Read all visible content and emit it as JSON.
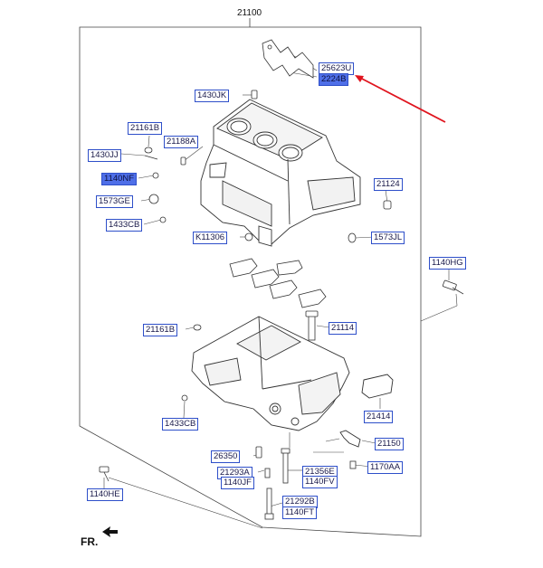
{
  "diagram": {
    "assembly_label": "21100",
    "orientation_label": "FR.",
    "part_labels": [
      {
        "id": "p25623u",
        "text": "25623U"
      },
      {
        "id": "p2224b",
        "text": "2224B"
      },
      {
        "id": "p1430jk",
        "text": "1430JK"
      },
      {
        "id": "p21161b_top",
        "text": "21161B"
      },
      {
        "id": "p21188a",
        "text": "21188A"
      },
      {
        "id": "p1430jj",
        "text": "1430JJ"
      },
      {
        "id": "p1140nf",
        "text": "1140NF"
      },
      {
        "id": "p1573ge",
        "text": "1573GE"
      },
      {
        "id": "p1433cb_top",
        "text": "1433CB"
      },
      {
        "id": "p21124",
        "text": "21124"
      },
      {
        "id": "pk11306",
        "text": "K11306"
      },
      {
        "id": "p1573jl",
        "text": "1573JL"
      },
      {
        "id": "p1140hg",
        "text": "1140HG"
      },
      {
        "id": "p21161b_low",
        "text": "21161B"
      },
      {
        "id": "p21114",
        "text": "21114"
      },
      {
        "id": "p1433cb_low",
        "text": "1433CB"
      },
      {
        "id": "p21414",
        "text": "21414"
      },
      {
        "id": "p21150",
        "text": "21150"
      },
      {
        "id": "p26350",
        "text": "26350"
      },
      {
        "id": "p1170aa",
        "text": "1170AA"
      },
      {
        "id": "p21293a",
        "text": "21293A"
      },
      {
        "id": "p1140jf",
        "text": "1140JF"
      },
      {
        "id": "p21356e",
        "text": "21356E"
      },
      {
        "id": "p1140fv",
        "text": "1140FV"
      },
      {
        "id": "p1140he",
        "text": "1140HE"
      },
      {
        "id": "p21292b",
        "text": "21292B"
      },
      {
        "id": "p1140ft",
        "text": "1140FT"
      }
    ],
    "colors": {
      "label_border": "#2e4fc9",
      "highlight_fill": "#4f6fe8",
      "arrow": "#e0141e",
      "line": "#333333"
    }
  }
}
